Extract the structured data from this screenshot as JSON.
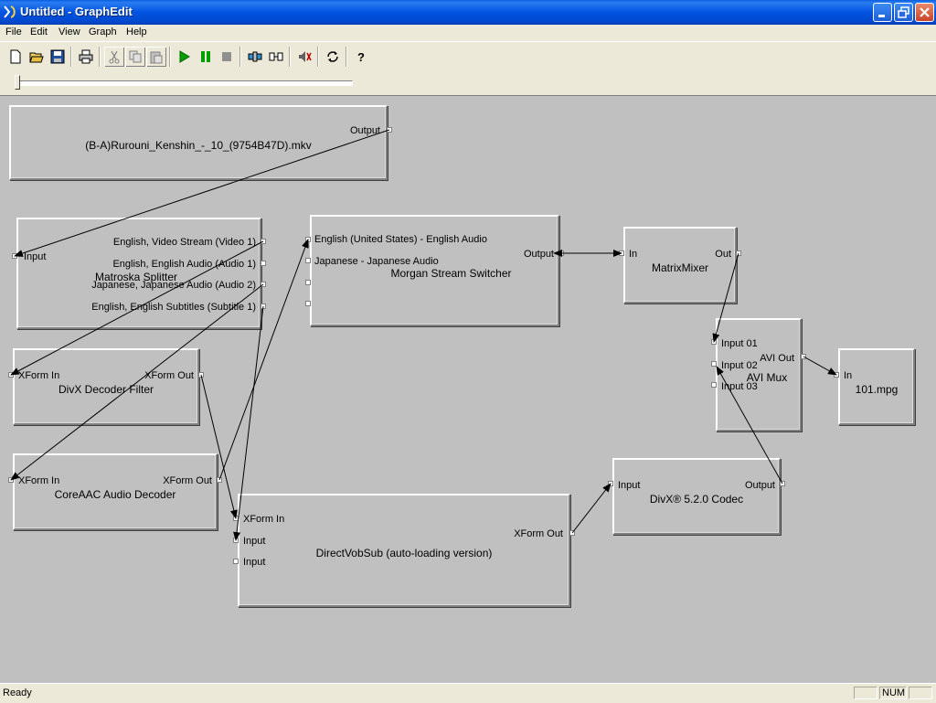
{
  "window": {
    "title": "Untitled - GraphEdit"
  },
  "menu": [
    "File",
    "Edit",
    "View",
    "Graph",
    "Help"
  ],
  "toolbar": {
    "buttons": [
      "new-icon",
      "open-icon",
      "save-icon",
      "print-icon",
      "cut-icon",
      "copy-icon",
      "paste-icon",
      "play-icon",
      "pause-icon",
      "stop-icon",
      "seek-icon",
      "filter-icon",
      "mute-icon",
      "refresh-icon",
      "help-icon"
    ]
  },
  "seek": {
    "position": 0
  },
  "filters": {
    "source": {
      "title": "(B-A)Rurouni_Kenshin_-_10_(9754B47D).mkv",
      "out": "Output"
    },
    "splitter": {
      "title": "Matroska Splitter",
      "in": "Input",
      "outs": [
        "English, Video Stream (Video 1)",
        "English, English Audio (Audio 1)",
        "Japanese, Japanese Audio (Audio 2)",
        "English, English Subtitles (Subtitle 1)"
      ]
    },
    "switcher": {
      "title": "Morgan Stream Switcher",
      "ins": [
        "English (United States) - English Audio",
        "Japanese - Japanese Audio"
      ],
      "out": "Output"
    },
    "mixer": {
      "title": "MatrixMixer",
      "in": "In",
      "out": "Out"
    },
    "divxdec": {
      "title": "DivX Decoder Filter",
      "in": "XForm In",
      "out": "XForm Out"
    },
    "coreaac": {
      "title": "CoreAAC Audio Decoder",
      "in": "XForm In",
      "out": "XForm Out"
    },
    "avimux": {
      "title": "AVI Mux",
      "ins": [
        "Input 01",
        "Input 02",
        "Input 03"
      ],
      "out": "AVI Out"
    },
    "file": {
      "title": "101.mpg",
      "in": "In"
    },
    "vobsub": {
      "title": "DirectVobSub (auto-loading version)",
      "ins": [
        "XForm In",
        "Input",
        "Input"
      ],
      "out": "XForm Out"
    },
    "divxcodec": {
      "title": "DivX® 5.2.0 Codec",
      "in": "Input",
      "out": "Output"
    }
  },
  "status": {
    "text": "Ready",
    "panels": [
      "",
      "NUM",
      ""
    ]
  }
}
